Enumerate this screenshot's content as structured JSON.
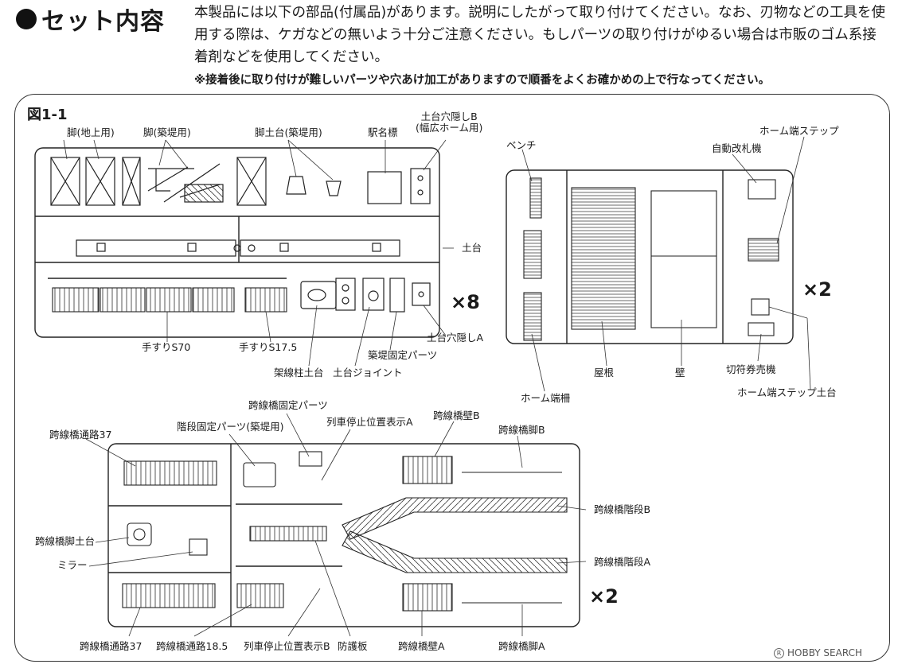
{
  "header": {
    "title": "セット内容",
    "intro": "本製品には以下の部品(付属品)があります。説明にしたがって取り付けてください。なお、刃物などの工具を使用する際は、ケガなどの無いよう十分ご注意ください。もしパーツの取り付けがゆるい場合は市販のゴム系接着剤などを使用してください。",
    "note": "※接着後に取り付けが難しいパーツや穴あけ加工がありますので順番をよくお確かめの上で行なってください。"
  },
  "figure": {
    "title": "図1-1",
    "sprue1": {
      "labels": {
        "leg_ground": "脚(地上用)",
        "leg_embank": "脚(築堤用)",
        "leg_base_embank": "脚土台(築堤用)",
        "station_sign": "駅名標",
        "base_cover_b": "土台穴隠しB\n(幅広ホーム用)",
        "base": "土台",
        "rail_s70": "手すりS70",
        "rail_s175": "手すりS17.5",
        "pole_base": "架線柱土台",
        "base_joint": "土台ジョイント",
        "embank_fix": "築堤固定パーツ",
        "base_cover_a": "土台穴隠しA"
      },
      "multiplier": "×8"
    },
    "sprue2": {
      "labels": {
        "bench": "ベンチ",
        "gate": "自動改札機",
        "end_step": "ホーム端ステップ",
        "roof": "屋根",
        "wall": "壁",
        "end_fence": "ホーム端柵",
        "ticket": "切符券売機",
        "step_base": "ホーム端ステップ土台"
      },
      "multiplier": "×2"
    },
    "sprue3": {
      "labels": {
        "bridge_fix": "跨線橋固定パーツ",
        "stair_fix": "階段固定パーツ(築堤用)",
        "stop_a": "列車停止位置表示A",
        "wall_b": "跨線橋壁B",
        "leg_b": "跨線橋脚B",
        "path37_top": "跨線橋通路37",
        "leg_base": "跨線橋脚土台",
        "stair_b": "跨線橋階段B",
        "mirror": "ミラー",
        "stair_a": "跨線橋階段A",
        "path37_bottom": "跨線橋通路37",
        "path185": "跨線橋通路18.5",
        "stop_b": "列車停止位置表示B",
        "guard": "防護板",
        "wall_a": "跨線橋壁A",
        "leg_a": "跨線橋脚A"
      },
      "multiplier": "×2"
    }
  },
  "watermark": "HOBBY SEARCH"
}
